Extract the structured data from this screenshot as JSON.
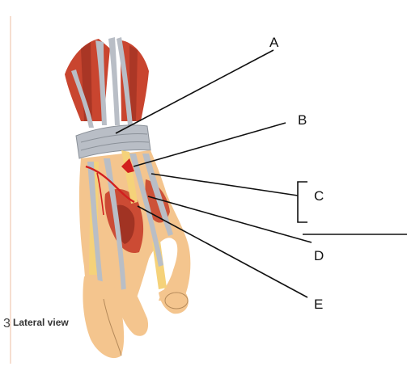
{
  "figure": {
    "panel_number": "3",
    "view_caption": "Lateral view"
  },
  "labels": {
    "a": "A",
    "b": "B",
    "c": "C",
    "d": "D",
    "e": "E"
  },
  "colors": {
    "skin": "#f4c58e",
    "muscle": "#c9452f",
    "muscle_dark": "#8e2a1d",
    "tendon": "#b9bec6",
    "bone": "#f5d27a",
    "artery": "#d21f1f",
    "line": "#111111",
    "margin_rule": "#f0c8b0"
  }
}
